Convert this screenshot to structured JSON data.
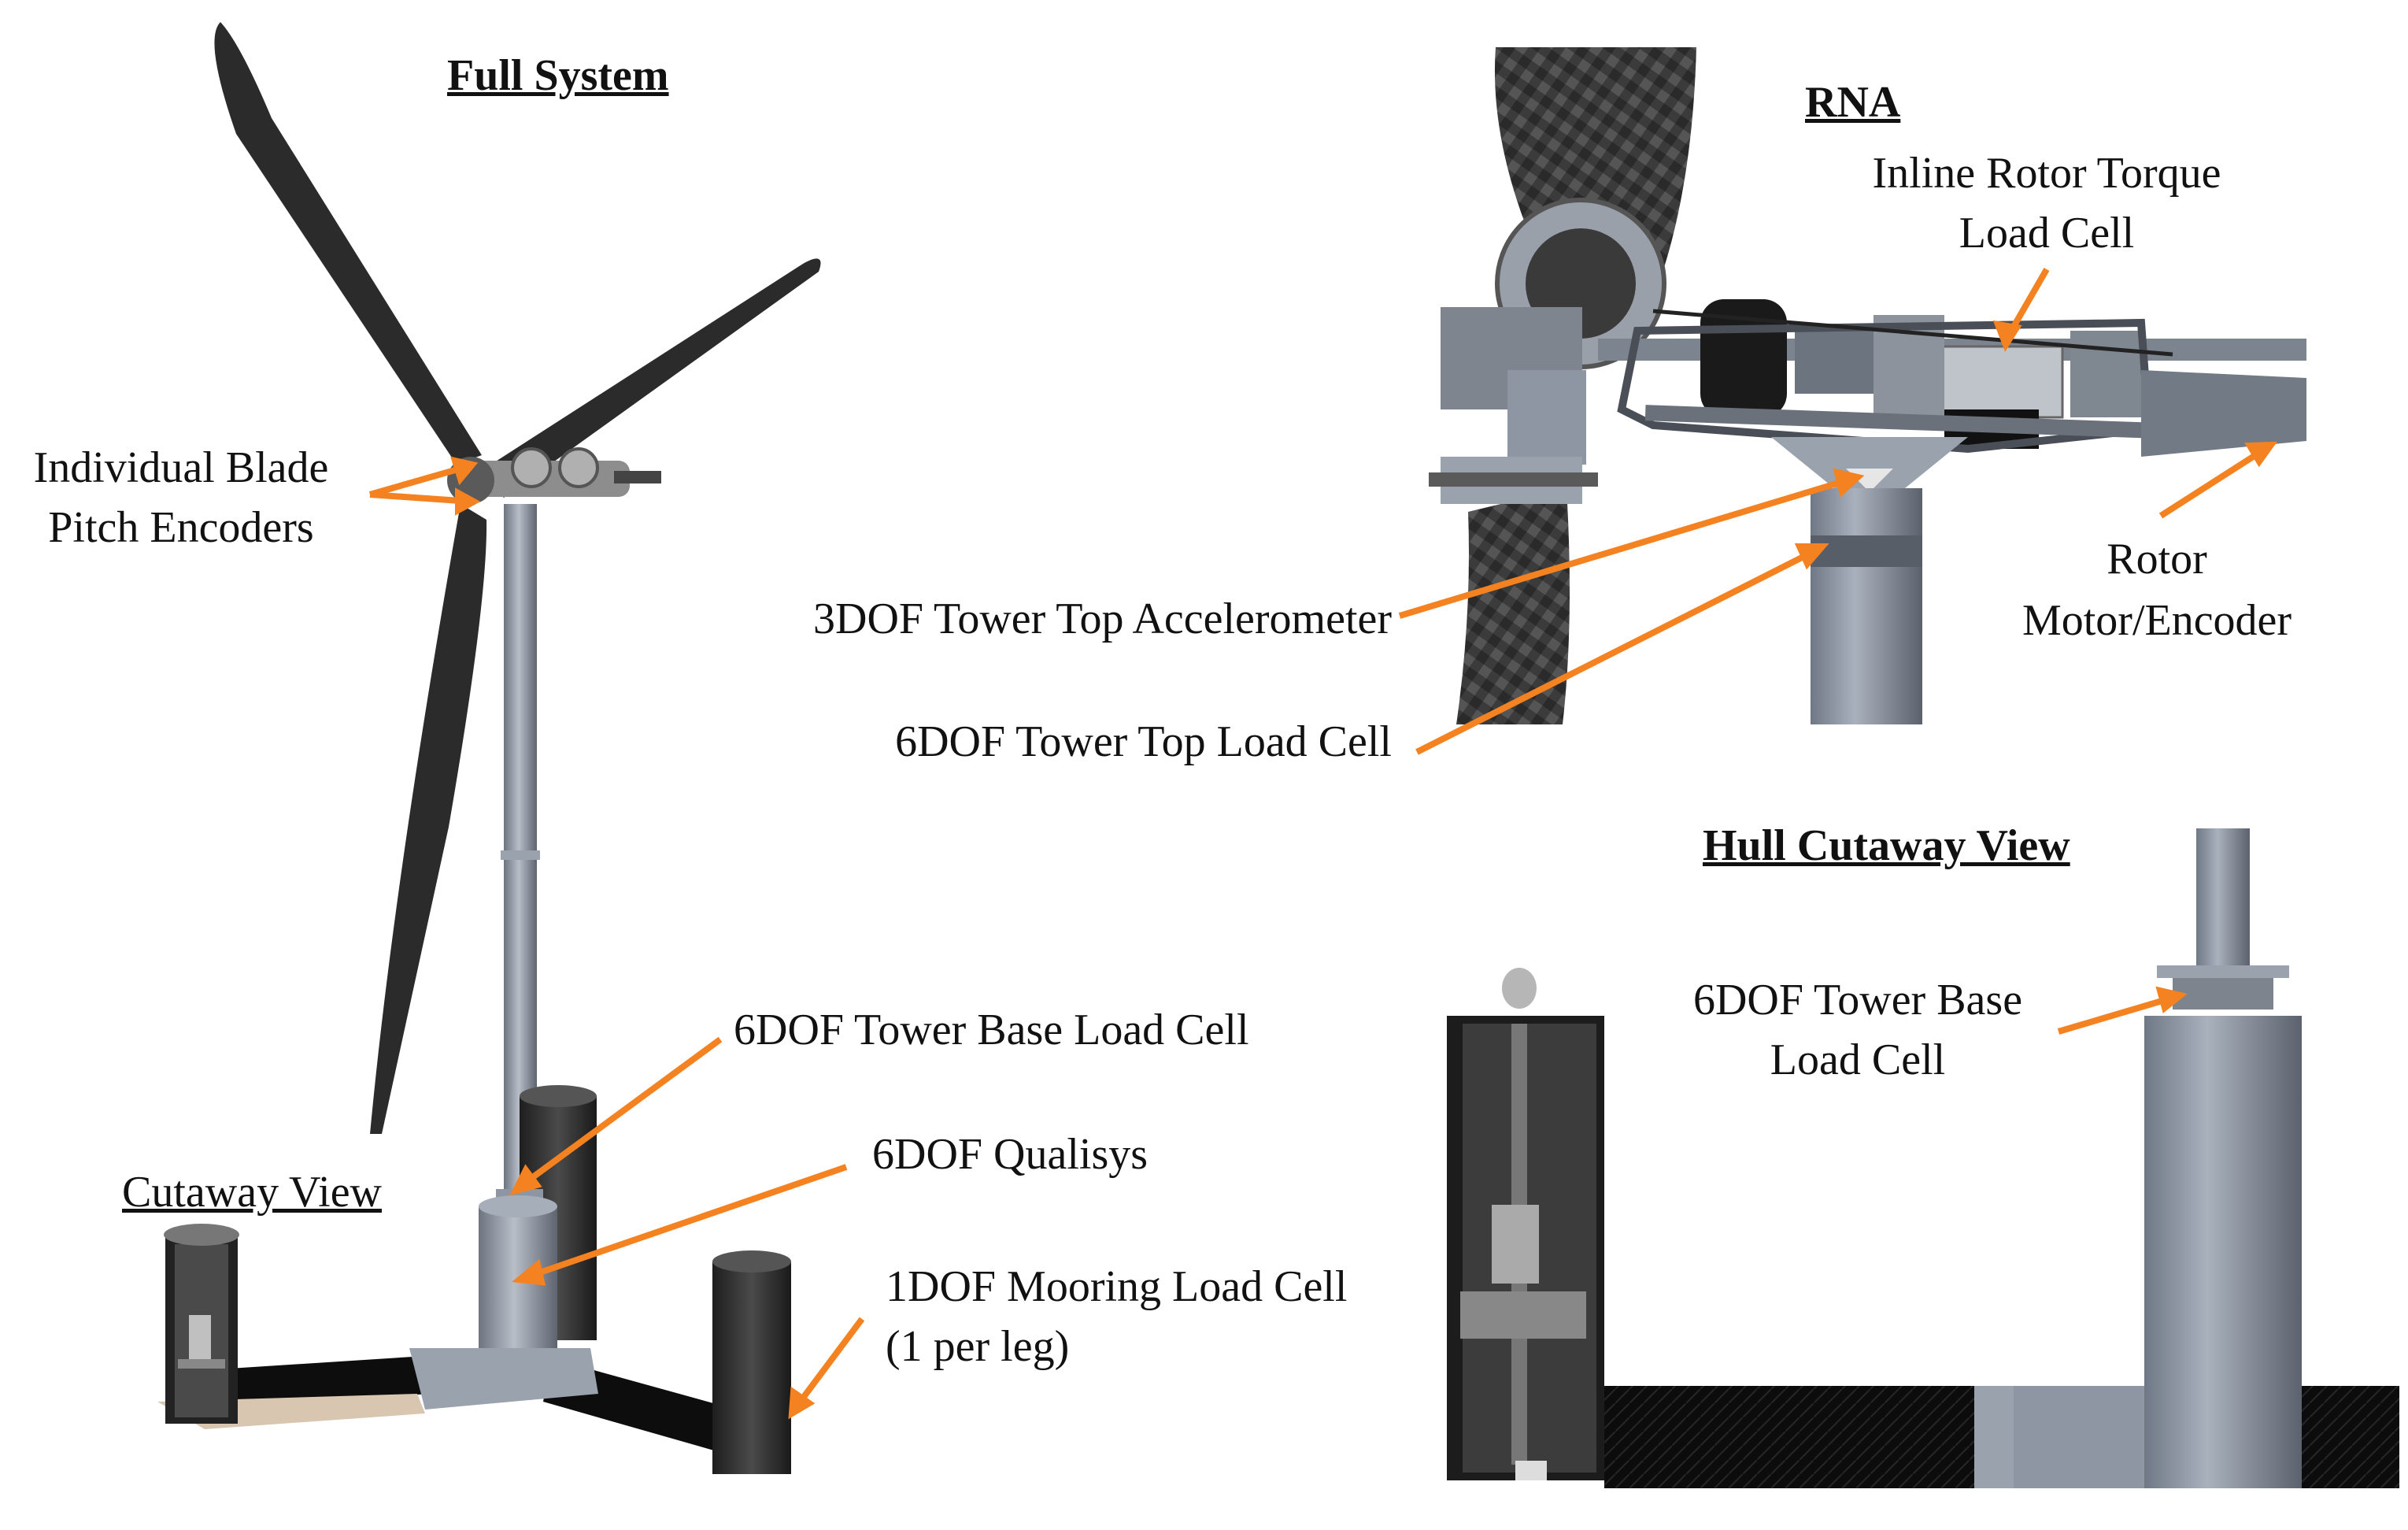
{
  "titles": {
    "full_system": "Full System",
    "rna": "RNA",
    "hull_cutaway": "Hull Cutaway View",
    "cutaway_view": "Cutaway View"
  },
  "callouts": {
    "blade_pitch": [
      "Individual Blade",
      "Pitch Encoders"
    ],
    "rotor_torque": [
      "Inline Rotor Torque",
      "Load Cell"
    ],
    "rotor_motor": [
      "Rotor",
      "Motor/Encoder"
    ],
    "tower_top_accel": "3DOF Tower Top Accelerometer",
    "tower_top_load": "6DOF Tower Top Load Cell",
    "tower_base_load": "6DOF Tower Base Load Cell",
    "qualisys": "6DOF Qualisys",
    "mooring": [
      "1DOF Mooring Load Cell",
      "(1 per leg)"
    ],
    "hull_tower_base": [
      "6DOF Tower Base",
      "Load Cell"
    ]
  },
  "colors": {
    "arrow": "#f58220",
    "blade": "#2b2b2b",
    "tower": "#8e96a3",
    "column": "#3a3a3a",
    "pontoon": "#0d0d0d",
    "carbon": "#4a4a4a"
  }
}
